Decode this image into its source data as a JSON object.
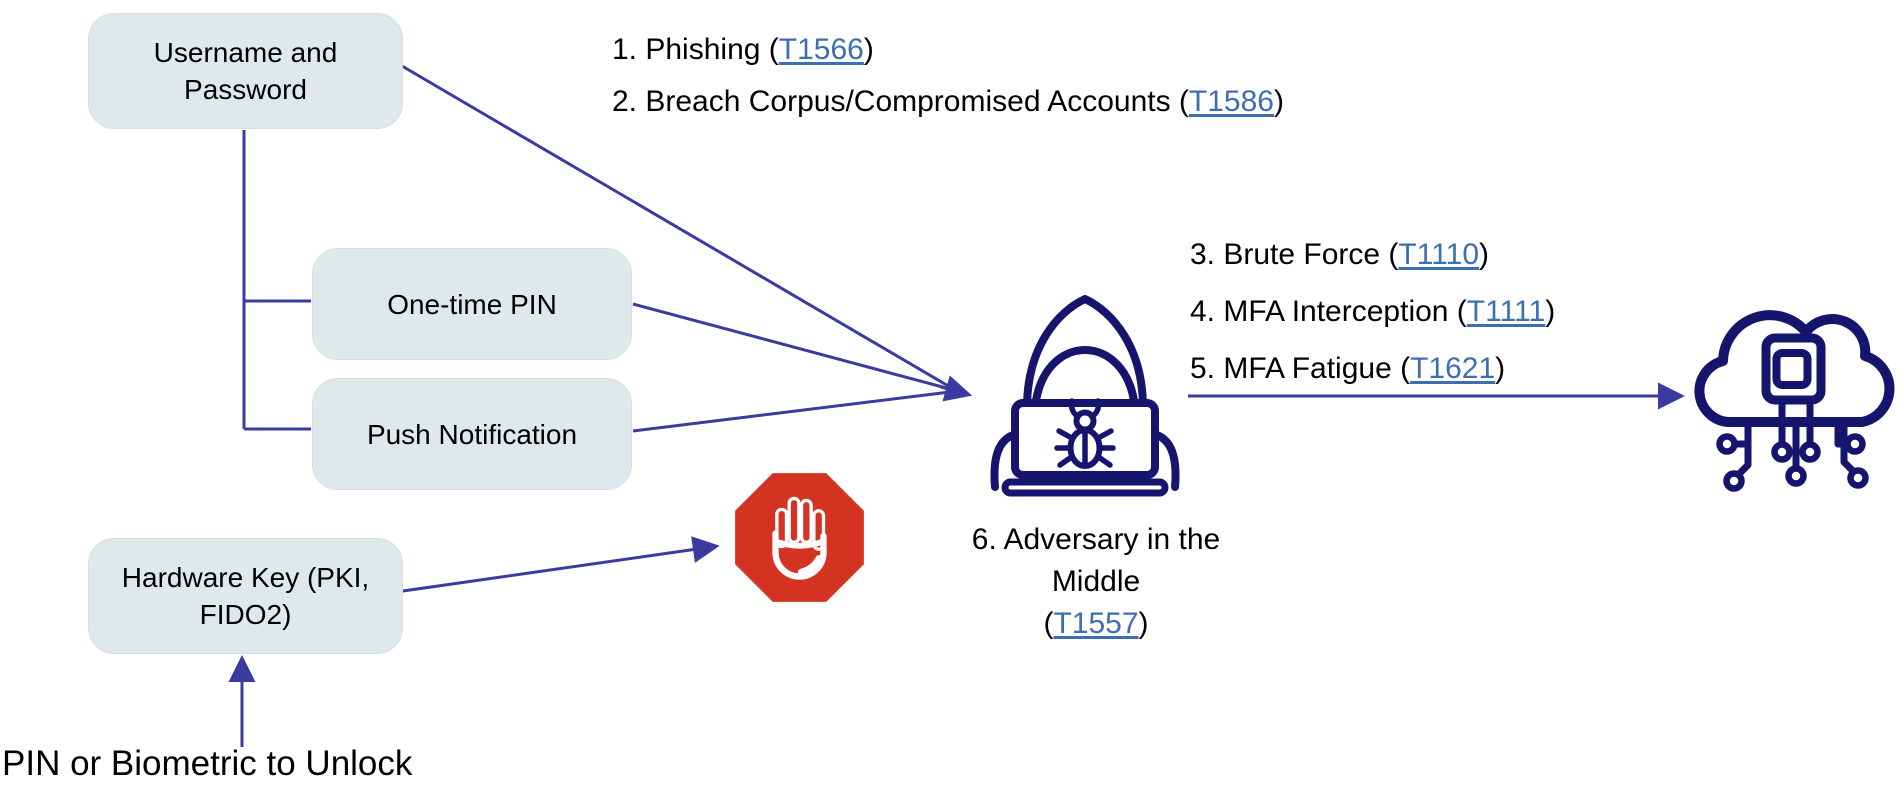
{
  "colors": {
    "node_fill": "#dfe9ec",
    "connector_line": "#3a3aa0",
    "icon_navy": "#15156e",
    "link_blue": "#3c6eb4",
    "stop_red": "#d53322",
    "text": "#000000"
  },
  "nodes": {
    "username_password": {
      "label": "Username and Password"
    },
    "one_time_pin": {
      "label": "One-time PIN"
    },
    "push_notification": {
      "label": "Push Notification"
    },
    "hardware_key": {
      "label": "Hardware Key (PKI, FIDO2)"
    }
  },
  "technique_lists": {
    "credential_attacks": [
      {
        "prefix": "1. Phishing (",
        "code": "T1566",
        "suffix": ")"
      },
      {
        "prefix": "2. Breach Corpus/Compromised Accounts (",
        "code": "T1586",
        "suffix": ")"
      }
    ],
    "mfa_attacks": [
      {
        "prefix": "3. Brute Force (",
        "code": "T1110",
        "suffix": ")"
      },
      {
        "prefix": "4. MFA Interception (",
        "code": "T1111",
        "suffix": ")"
      },
      {
        "prefix": "5. MFA Fatigue (",
        "code": "T1621",
        "suffix": ")"
      }
    ]
  },
  "adversary_label": {
    "line1": "6. Adversary in the",
    "line2": "Middle",
    "prefix": "(",
    "code": "T1557",
    "suffix": ")"
  },
  "annotations": {
    "pin_unlock": "PIN or Biometric to Unlock"
  },
  "icons": {
    "adversary": "hacker-laptop-bug-icon",
    "cloud": "cloud-chip-circuit-icon",
    "stop": "stop-hand-icon"
  }
}
